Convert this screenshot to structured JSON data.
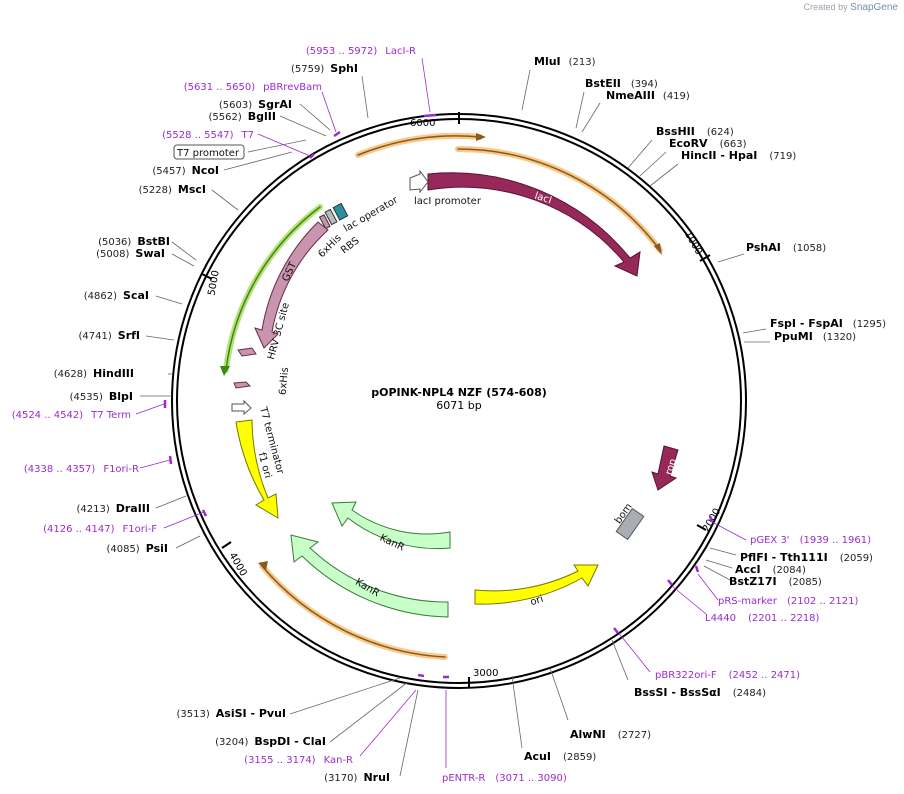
{
  "credit": {
    "prefix": "Created by",
    "brand": "SnapGene"
  },
  "plasmid": {
    "name": "pOPINK-NPL4 NZF (574-608)",
    "length_label": "6071 bp"
  },
  "ticks": [
    "1000",
    "2000",
    "3000",
    "4000",
    "5000",
    "6000"
  ],
  "sites_right": [
    {
      "name": "MluI",
      "pos": "(213)"
    },
    {
      "name": "BstEII",
      "pos": "(394)"
    },
    {
      "name": "NmeAIII",
      "pos": "(419)"
    },
    {
      "name": "BssHII",
      "pos": "(624)"
    },
    {
      "name": "EcoRV",
      "pos": "(663)"
    },
    {
      "name": "HincII  - HpaI",
      "pos": "(719)"
    },
    {
      "name": "PshAI",
      "pos": "(1058)"
    },
    {
      "name": "FspI  - FspAI",
      "pos": "(1295)"
    },
    {
      "name": "PpuMI",
      "pos": "(1320)"
    },
    {
      "name": "PflFI  - Tth111I",
      "pos": "(2059)"
    },
    {
      "name": "AccI",
      "pos": "(2084)"
    },
    {
      "name": "BstZ17I",
      "pos": "(2085)"
    },
    {
      "name": "BssSI  - BssSαI",
      "pos": "(2484)"
    },
    {
      "name": "AlwNI",
      "pos": "(2727)"
    },
    {
      "name": "AcuI",
      "pos": "(2859)"
    }
  ],
  "sites_left": [
    {
      "name": "SphI",
      "pos": "(5759)"
    },
    {
      "name": "SgrAI",
      "pos": "(5603)"
    },
    {
      "name": "BglII",
      "pos": "(5562)"
    },
    {
      "name": "NcoI",
      "pos": "(5457)"
    },
    {
      "name": "MscI",
      "pos": "(5228)"
    },
    {
      "name": "BstBI",
      "pos": "(5036)"
    },
    {
      "name": "SwaI",
      "pos": "(5008)"
    },
    {
      "name": "ScaI",
      "pos": "(4862)"
    },
    {
      "name": "SrfI",
      "pos": "(4741)"
    },
    {
      "name": "HindIII",
      "pos": "(4628)"
    },
    {
      "name": "BlpI",
      "pos": "(4535)"
    },
    {
      "name": "DraIII",
      "pos": "(4213)"
    },
    {
      "name": "PsiI",
      "pos": "(4085)"
    },
    {
      "name": "AsiSI  - PvuI",
      "pos": "(3513)"
    },
    {
      "name": "BspDI  - ClaI",
      "pos": "(3204)"
    },
    {
      "name": "NruI",
      "pos": "(3170)"
    }
  ],
  "primers": [
    {
      "name": "LacI-R",
      "range": "(5953 .. 5972)"
    },
    {
      "name": "pBRrevBam",
      "range": "(5631 .. 5650)"
    },
    {
      "name": "T7",
      "range": "(5528 .. 5547)"
    },
    {
      "name": "T7 Term",
      "range": "(4524 .. 4542)"
    },
    {
      "name": "F1ori-R",
      "range": "(4338 .. 4357)"
    },
    {
      "name": "F1ori-F",
      "range": "(4126 .. 4147)"
    },
    {
      "name": "Kan-R",
      "range": "(3155 .. 3174)"
    },
    {
      "name": "pENTR-R",
      "range": "(3071 .. 3090)"
    },
    {
      "name": "pGEX 3'",
      "range": "(1939 .. 1961)"
    },
    {
      "name": "pRS-marker",
      "range": "(2102 .. 2121)"
    },
    {
      "name": "L4440",
      "range": "(2201 .. 2218)"
    },
    {
      "name": "pBR322ori-F",
      "range": "(2452 .. 2471)"
    }
  ],
  "features": {
    "t7_promoter": "T7 promoter",
    "lac_operator": "lac operator",
    "rbs": "RBS",
    "his_top": "6xHis",
    "laci_promoter": "lacI promoter",
    "laci": "lacI",
    "gst": "GST",
    "hrv": "HRV 3C site",
    "his_mid": "6xHis",
    "t7_terminator": "T7 terminator",
    "f1_ori": "f1 ori",
    "rop": "rop",
    "bom": "bom",
    "kanr_inner": "KanR",
    "kanr_outer": "KanR",
    "ori": "ori"
  },
  "colors": {
    "laci": "#96285a",
    "gst": "#c994ad",
    "f1_ori": "#ffff00",
    "kanr": "#c8ffc8",
    "ori": "#ffff00",
    "bom": "#a8aeb4",
    "primer": "#9b2bd0",
    "orf_highlight": "#f7c98a"
  }
}
